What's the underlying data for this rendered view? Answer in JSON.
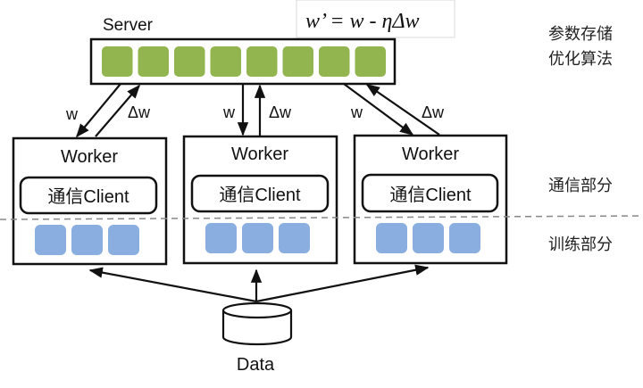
{
  "server": {
    "label": "Server",
    "param_block_count": 8,
    "param_color": "#92b550"
  },
  "formula": "w’ = w - ηΔw",
  "workers": [
    {
      "label": "Worker",
      "client_label": "通信Client",
      "task_block_count": 3
    },
    {
      "label": "Worker",
      "client_label": "通信Client",
      "task_block_count": 3
    },
    {
      "label": "Worker",
      "client_label": "通信Client",
      "task_block_count": 3
    }
  ],
  "worker_block_color": "#8aaee0",
  "links": [
    {
      "down_label": "w",
      "up_label": "Δw"
    },
    {
      "down_label": "w",
      "up_label": "Δw"
    },
    {
      "down_label": "w",
      "up_label": "Δw"
    }
  ],
  "data_label": "Data",
  "side_labels": {
    "server_line1": "参数存储",
    "server_line2": "优化算法",
    "communication": "通信部分",
    "training": "训练部分"
  }
}
